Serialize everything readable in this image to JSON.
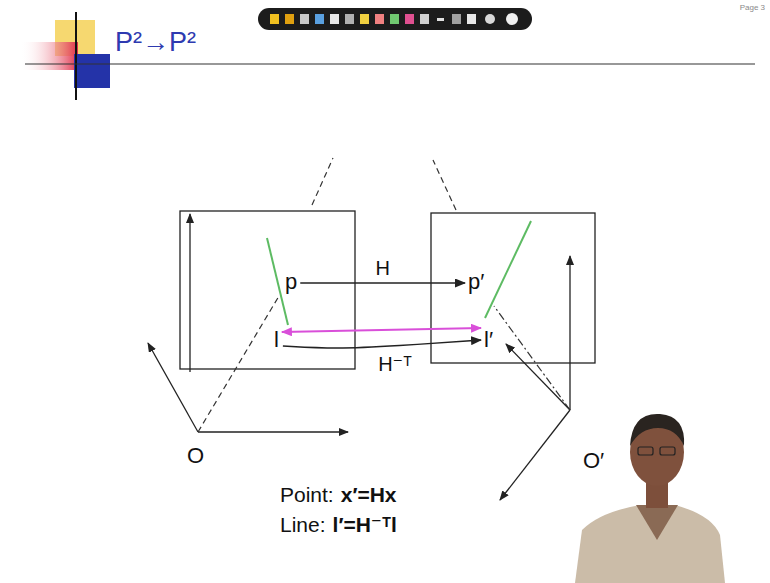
{
  "diagram": {
    "title": "P²→P²",
    "nodes": [
      {
        "text": [
          "p"
        ]
      },
      {
        "text": [
          "l"
        ]
      },
      {
        "text": [
          "p′"
        ]
      },
      {
        "text": [
          "l′"
        ]
      }
    ],
    "edges": [
      {
        "from": 0,
        "to": 2,
        "arrow": "to",
        "label": "H"
      },
      {
        "from": 1,
        "to": 3,
        "arrow": "both"
      },
      {
        "from": 1,
        "to": 3,
        "arrow": "to",
        "label": "H⁻ᵀ"
      }
    ],
    "labels": [
      "Page 3",
      "O",
      "O′",
      "Point:",
      "x′=Hx",
      "Line:",
      "l′=H⁻ᵀl"
    ]
  }
}
